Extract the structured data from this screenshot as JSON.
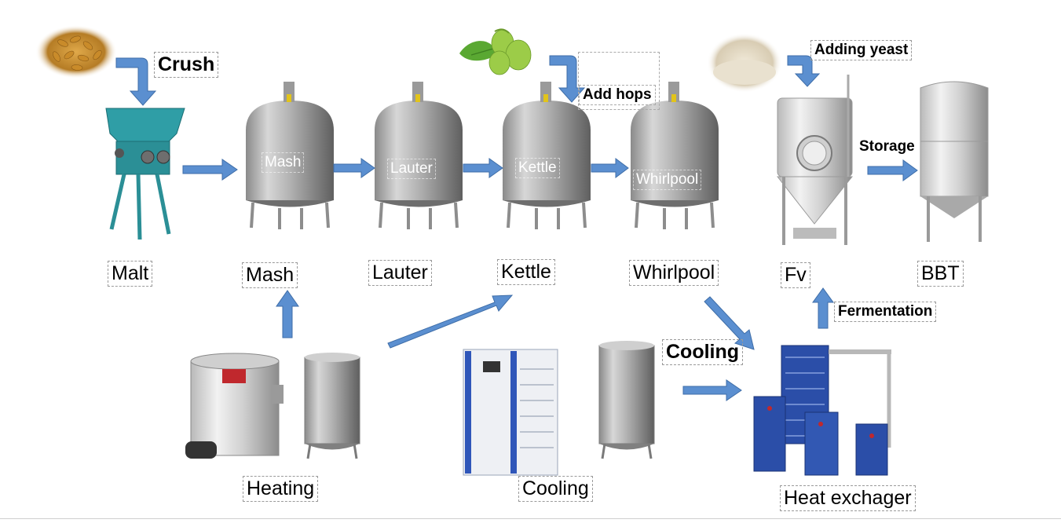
{
  "colors": {
    "arrow": "#5b8fd0",
    "arrow_edge": "#3f6ea8",
    "steel": "#a6a6a6",
    "steel_dark": "#6b6b6b",
    "grain": "#c8922f",
    "hops": "#8cc63f",
    "yeast": "#e3d9c6",
    "mill": "#2e9ba1",
    "heat_exchanger": "#2b4ea8",
    "chiller": "#e9ecf2"
  },
  "labels": {
    "crush": "Crush",
    "add_hops": "Add hops",
    "adding_yeast": "Adding yeast",
    "storage": "Storage",
    "fermentation": "Fermentation",
    "cooling_top": "Cooling",
    "malt": "Malt",
    "mash": "Mash",
    "lauter": "Lauter",
    "kettle": "Kettle",
    "whirlpool": "Whirlpool",
    "fv": "Fv",
    "bbt": "BBT",
    "heating": "Heating",
    "cooling_bottom": "Cooling",
    "heat_exchanger": "Heat exchager"
  },
  "tank_labels": {
    "mash": "Mash",
    "lauter": "Lauter",
    "kettle": "Kettle",
    "whirlpool": "Whirlpool"
  },
  "icons": {
    "grain": "grain-pile-icon",
    "hops": "hops-icon",
    "yeast": "yeast-pile-icon",
    "mill": "malt-mill-icon",
    "tank": "brew-tank-icon",
    "fermenter": "fermenter-icon",
    "bbt": "bright-beer-tank-icon",
    "boiler": "boiler-icon",
    "water_tank": "water-tank-icon",
    "chiller": "chiller-icon",
    "heat_exchanger": "plate-heat-exchanger-icon"
  }
}
